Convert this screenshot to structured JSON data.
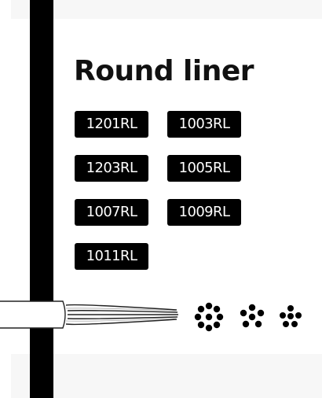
{
  "title": "Round liner",
  "configurations": [
    {
      "label": "1201RL"
    },
    {
      "label": "1003RL"
    },
    {
      "label": "1203RL"
    },
    {
      "label": "1005RL"
    },
    {
      "label": "1007RL"
    },
    {
      "label": "1009RL"
    },
    {
      "label": "1011RL"
    }
  ],
  "colors": {
    "tag_background": "#000000",
    "tag_text": "#ffffff",
    "bar": "#000000",
    "title": "#111111"
  },
  "icons": [
    "needle-cartridge-icon",
    "needle-cluster-icon"
  ]
}
